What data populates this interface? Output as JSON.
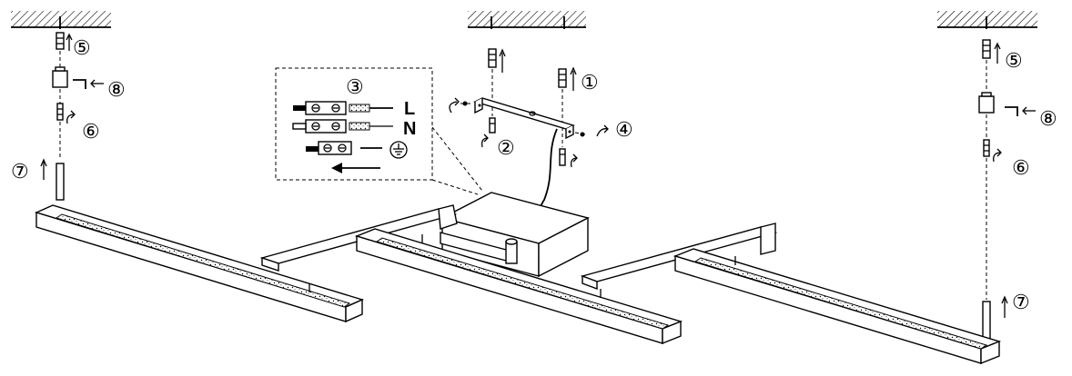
{
  "diagram": {
    "steps": {
      "s1": "①",
      "s2": "②",
      "s3": "③",
      "s4": "④",
      "s5_left": "⑤",
      "s5_right": "⑤",
      "s6_left": "⑥",
      "s6_right": "⑥",
      "s7_left": "⑦",
      "s7_right": "⑦",
      "s8_left": "⑧",
      "s8_right": "⑧"
    },
    "wiring_inset": {
      "live_label": "L",
      "neutral_label": "N",
      "ground_icon": "earth-ground-icon",
      "arrow_icon": "left-arrow-icon"
    }
  }
}
